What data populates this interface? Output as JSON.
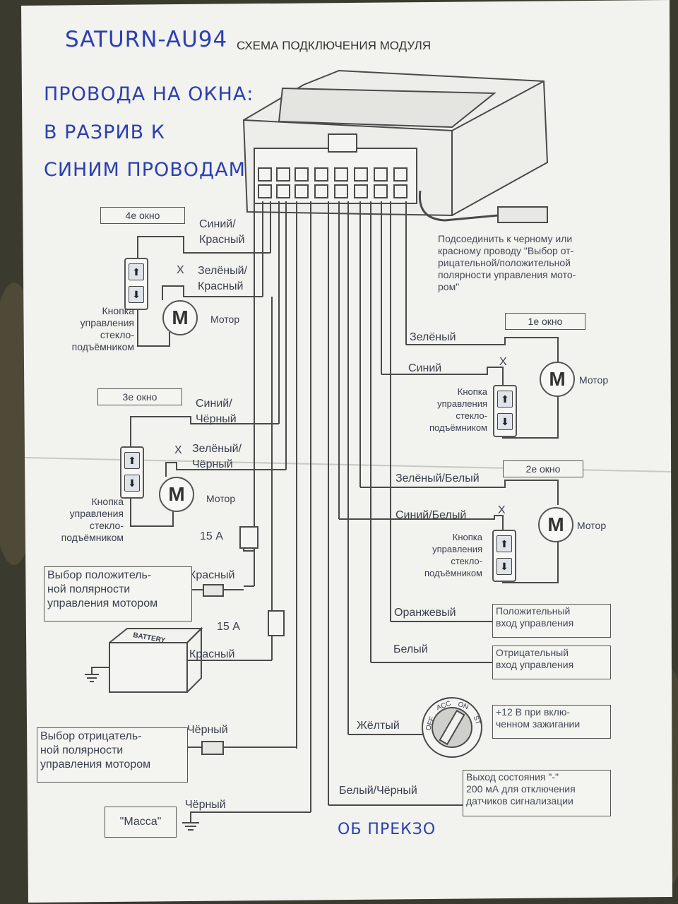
{
  "handwriting": {
    "model": "SATURN-AU94",
    "note_line1": "ПРОВОДА НА ОКНА:",
    "note_line2": "В РАЗРИВ К",
    "note_line3": "СИНИМ ПРОВОДАМ",
    "bottom_scribble": "ОБ ПРЕКЗО"
  },
  "title": "СХЕМА ПОДКЛЮЧЕНИЯ МОДУЛЯ",
  "polarity_note": [
    "Подсоединить к черному или",
    "красному проводу \"Выбор от-",
    "рицательной/положительной",
    "полярности управления мото-",
    "ром\""
  ],
  "windows": {
    "w4": {
      "label": "4е окно",
      "wire1": [
        "Синий/",
        "Красный"
      ],
      "wire2": [
        "Зелёный/",
        "Красный"
      ]
    },
    "w3": {
      "label": "3е окно",
      "wire1": [
        "Синий/",
        "Чёрный"
      ],
      "wire2": [
        "Зелёный/",
        "Чёрный"
      ]
    },
    "w1": {
      "label": "1е окно",
      "wire1": "Зелёный",
      "wire2": "Синий"
    },
    "w2": {
      "label": "2е окно",
      "wire1": "Зелёный/Белый",
      "wire2": "Синий/Белый"
    }
  },
  "common": {
    "x_mark": "X",
    "motor_label": "Мотор",
    "motor_symbol": "M",
    "button_label": [
      "Кнопка",
      "управления",
      "стекло-",
      "подъёмником"
    ],
    "arrow_up": "⬆",
    "arrow_down": "⬇"
  },
  "fuses": {
    "f1": "15 А",
    "f2": "15 А"
  },
  "left_wires": {
    "red1": "Красный",
    "red2": "Красный",
    "black1": "Чёрный",
    "black2": "Чёрный"
  },
  "pos_polarity_box": [
    "Выбор положитель-",
    "ной полярности",
    "управления мотором"
  ],
  "neg_polarity_box": [
    "Выбор отрицатель-",
    "ной полярности",
    "управления мотором"
  ],
  "battery_label": "BATTERY",
  "ground_box": "\"Масса\"",
  "right_wires": {
    "orange": "Оранжевый",
    "white": "Белый",
    "yellow": "Жёлтый",
    "white_black": "Белый/Чёрный"
  },
  "right_boxes": {
    "positive_input": [
      "Положительный",
      "вход управления"
    ],
    "negative_input": [
      "Отрицательный",
      "вход управления"
    ],
    "ignition": [
      "+12 В при вклю-",
      "ченном зажигании"
    ],
    "status_out": [
      "Выход состояния \"-\"",
      "200 мА для отключения",
      "датчиков сигнализации"
    ]
  },
  "ignition_switch": {
    "off": "OFF",
    "acc": "ACC",
    "on": "ON",
    "st": "ST"
  },
  "colors": {
    "paper": "#f2f2ee",
    "line": "#4a4a4a",
    "ink": "#2c3fb0",
    "background": "#3b3a2e"
  }
}
